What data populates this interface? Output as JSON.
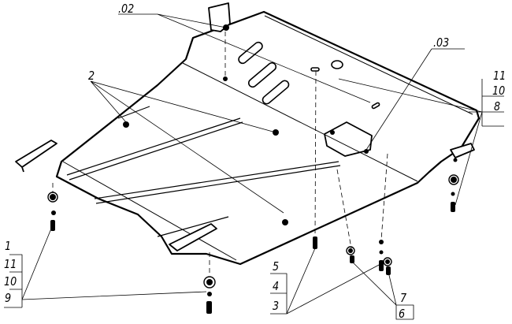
{
  "labels": {
    "part_02": ".02",
    "part_03": ".03",
    "part_2": "2",
    "right_stack": [
      "11",
      "10",
      "8"
    ],
    "left_stack": [
      "1",
      "11",
      "10",
      "9"
    ],
    "center_stack": [
      "5",
      "4",
      "3"
    ],
    "right_bottom_stack": [
      "7",
      "6"
    ]
  }
}
